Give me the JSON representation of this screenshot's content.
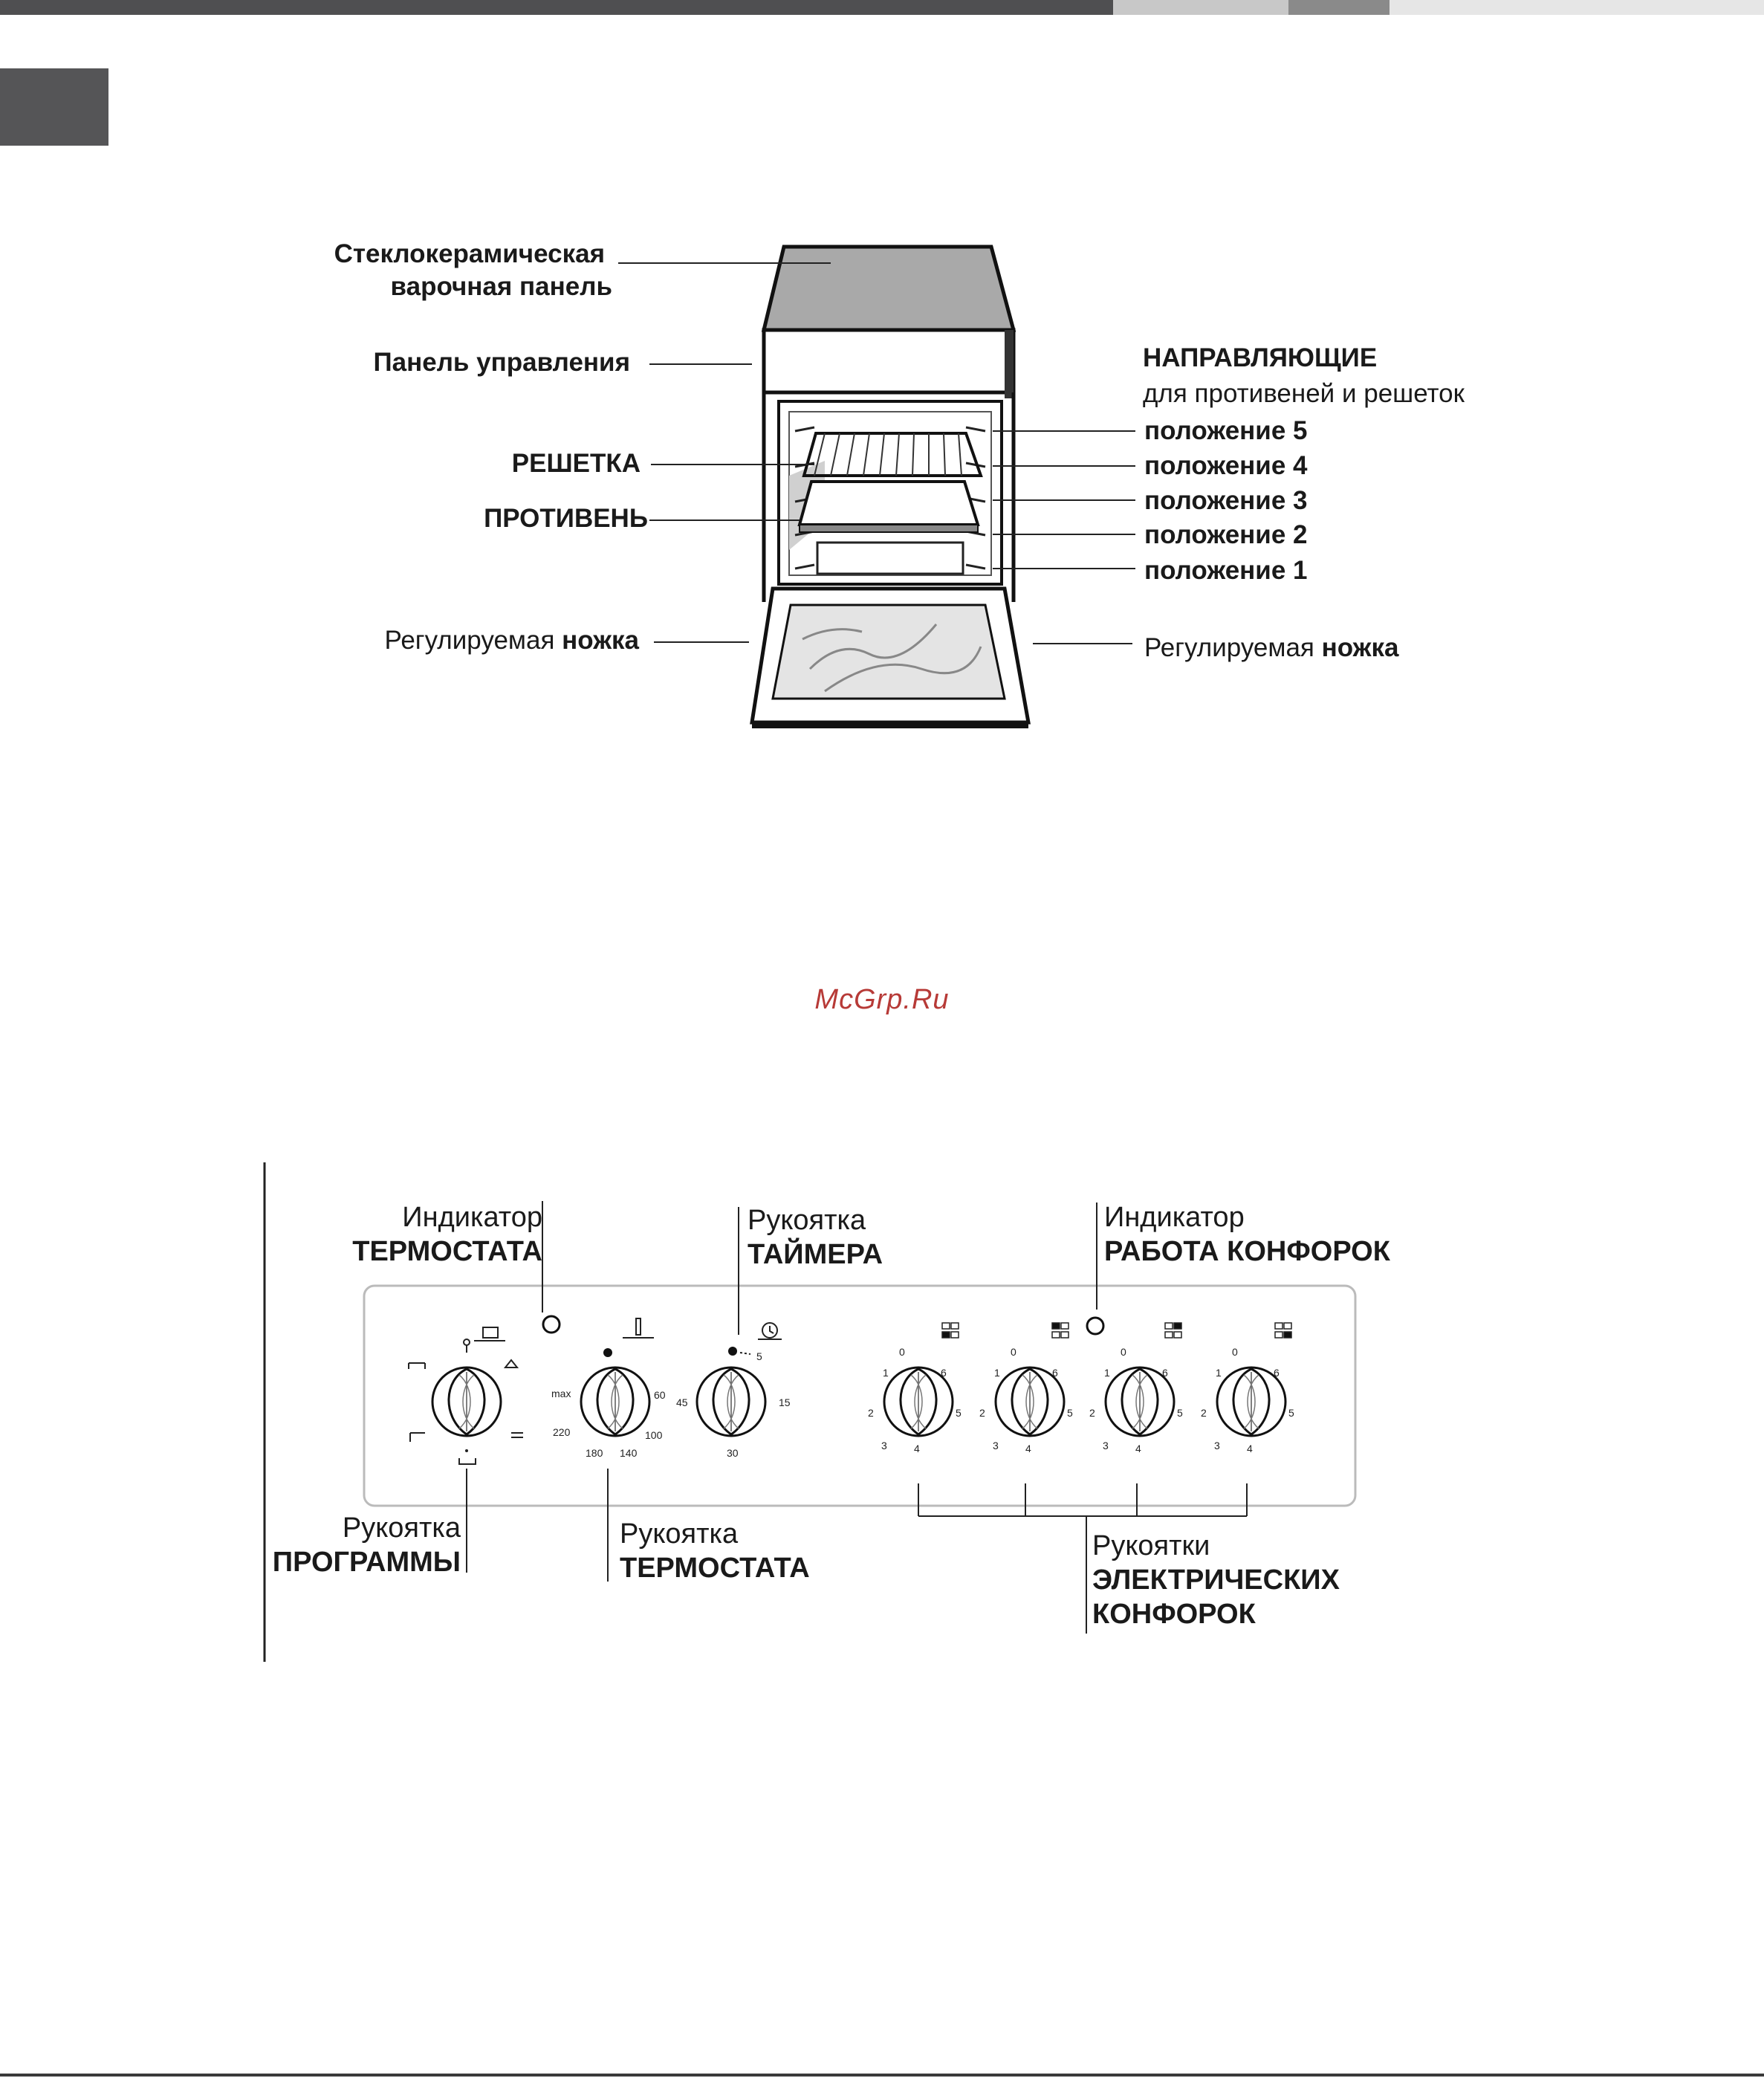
{
  "header": {
    "bar_colors": [
      "#4f4f51",
      "#c8c8c8",
      "#8a8a8a",
      "#e6e6e6"
    ]
  },
  "oven_diagram": {
    "left_labels": {
      "hob_line1": "Стеклокерамическая",
      "hob_line2": "варочная панель",
      "control_panel": "Панель управления",
      "rack": "РЕШЕТКА",
      "tray": "ПРОТИВЕНЬ",
      "foot_plain": "Регулируемая",
      "foot_bold": "ножка"
    },
    "right_labels": {
      "guides_title": "НАПРАВЛЯЮЩИЕ",
      "guides_subtitle": "для противеней и решеток",
      "positions": [
        "положение 5",
        "положение  4",
        "положение  3",
        "положение 2",
        "положение  1"
      ],
      "foot_plain": "Регулируемая",
      "foot_bold": "ножка"
    }
  },
  "watermark": "McGrp.Ru",
  "control_panel": {
    "labels": {
      "thermostat_indicator_line1": "Индикатор",
      "thermostat_indicator_line2": "ТЕРМОСТАТА",
      "timer_knob_line1": "Рукоятка",
      "timer_knob_line2": "ТАЙМЕРА",
      "hob_indicator_line1": "Индикатор",
      "hob_indicator_line2": "РАБОТА КОНФОРОК",
      "program_knob_line1": "Рукоятка",
      "program_knob_line2": "ПРОГРАММЫ",
      "thermostat_knob_line1": "Рукоятка",
      "thermostat_knob_line2": "ТЕРМОСТАТА",
      "hotplate_knobs_line1": "Рукоятки",
      "hotplate_knobs_line2": "ЭЛЕКТРИЧЕСКИХ",
      "hotplate_knobs_line3": "КОНФОРОК"
    },
    "thermostat_scale": [
      "max",
      "60",
      "220",
      "100",
      "180",
      "140"
    ],
    "timer_scale": [
      "5",
      "15",
      "30",
      "45"
    ],
    "hotplate_scale": [
      "0",
      "1",
      "2",
      "3",
      "4",
      "5",
      "6"
    ]
  }
}
